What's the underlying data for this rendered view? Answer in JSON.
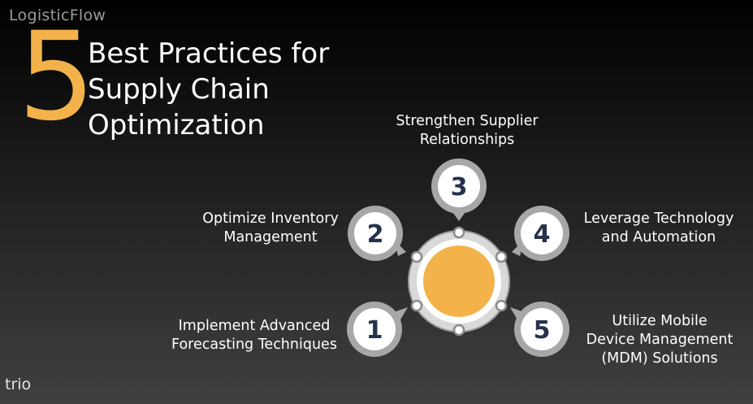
{
  "brand": {
    "top": "LogisticFlow",
    "bottom": "trio"
  },
  "title": {
    "number": "5",
    "lines": [
      "Best Practices for",
      "Supply Chain",
      "Optimization"
    ]
  },
  "practices": [
    {
      "number": "1",
      "lines": [
        "Implement Advanced",
        "Forecasting Techniques"
      ]
    },
    {
      "number": "2",
      "lines": [
        "Optimize Inventory",
        "Management"
      ]
    },
    {
      "number": "3",
      "lines": [
        "Strengthen Supplier",
        "Relationships"
      ]
    },
    {
      "number": "4",
      "lines": [
        "Leverage Technology",
        "and Automation"
      ]
    },
    {
      "number": "5",
      "lines": [
        "Utilize Mobile",
        "Device Management",
        "(MDM) Solutions"
      ]
    }
  ],
  "colors": {
    "accent": "#f3b24a",
    "number_text": "#26324d",
    "badge_fill": "#ffffff",
    "badge_ring": "#a7a7a7"
  }
}
